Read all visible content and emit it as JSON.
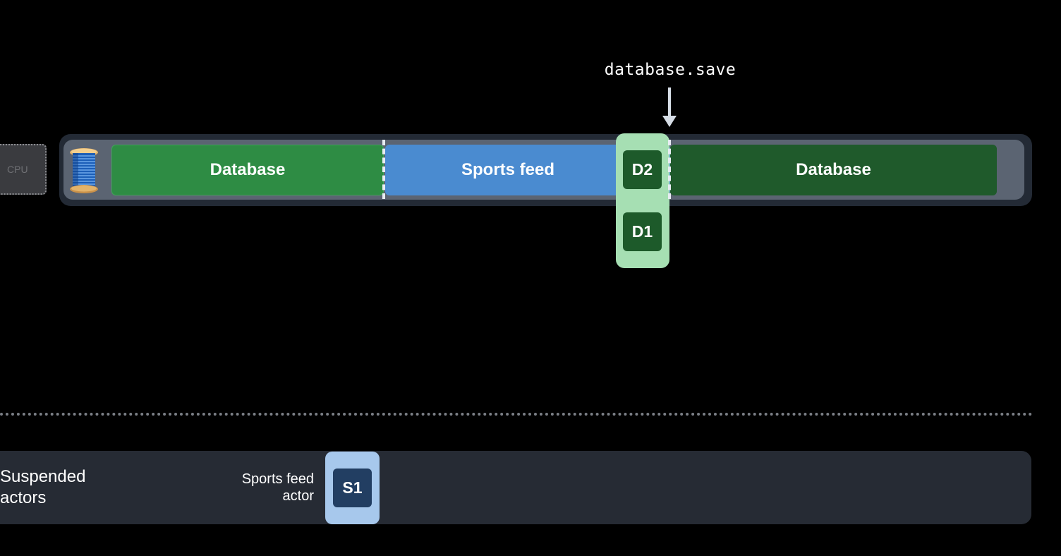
{
  "annotation": {
    "call": "database.save"
  },
  "cpu": {
    "label": "CPU",
    "icon": "cpu-chip-icon"
  },
  "thread": {
    "icon": "thread-spool-icon",
    "segments": [
      {
        "label": "Database",
        "color": "#2e8c44"
      },
      {
        "label": "Sports feed",
        "color": "#4a8bd0"
      },
      {
        "label": "Database",
        "color": "#1f5a2b"
      }
    ]
  },
  "executor_jobs": [
    {
      "label": "D2",
      "color": "#1d5a2a"
    },
    {
      "label": "D1",
      "color": "#1d5a2a"
    }
  ],
  "suspended": {
    "title_line1": "Suspended",
    "title_line2": "actors",
    "actor_label_line1": "Sports feed",
    "actor_label_line2": "actor",
    "job": {
      "label": "S1",
      "color": "#223e62"
    }
  },
  "colors": {
    "background": "#000000",
    "database_highlight": "#a6dfb3",
    "sports_highlight": "#a7c8ec"
  }
}
